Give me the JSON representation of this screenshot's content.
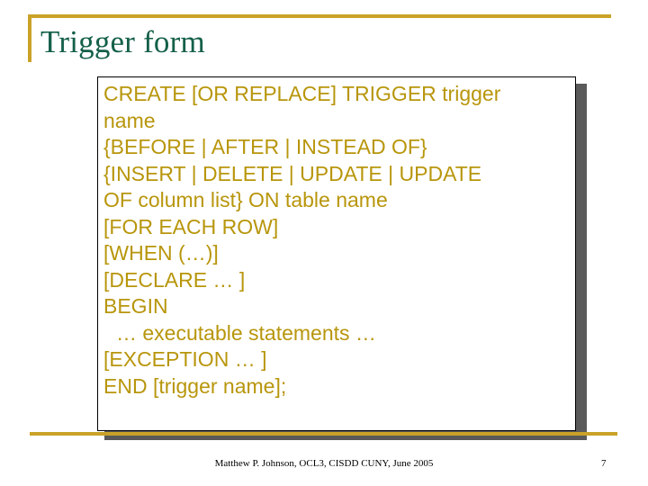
{
  "slide": {
    "title": "Trigger form",
    "accent_color": "#C9A227",
    "title_color": "#15604A",
    "body_text_color": "#B8960C",
    "background_color": "#FFFFFF",
    "shadow_color": "#5A5A5A"
  },
  "codebox": {
    "lines": [
      {
        "text": "CREATE [OR REPLACE] TRIGGER trigger",
        "indent": false
      },
      {
        "text": "name",
        "indent": false
      },
      {
        "text": "{BEFORE | AFTER | INSTEAD OF}",
        "indent": false
      },
      {
        "text": "{INSERT | DELETE | UPDATE | UPDATE",
        "indent": false
      },
      {
        "text": "OF column list} ON table name",
        "indent": false
      },
      {
        "text": "[FOR EACH ROW]",
        "indent": false
      },
      {
        "text": "[WHEN (…)]",
        "indent": false
      },
      {
        "text": "[DECLARE … ]",
        "indent": false
      },
      {
        "text": "BEGIN",
        "indent": false
      },
      {
        "text": "… executable statements …",
        "indent": true
      },
      {
        "text": "[EXCEPTION … ]",
        "indent": false
      },
      {
        "text": "END [trigger name];",
        "indent": false
      }
    ]
  },
  "footer": {
    "credit": "Matthew P. Johnson, OCL3, CISDD CUNY, June 2005",
    "page_number": "7"
  }
}
